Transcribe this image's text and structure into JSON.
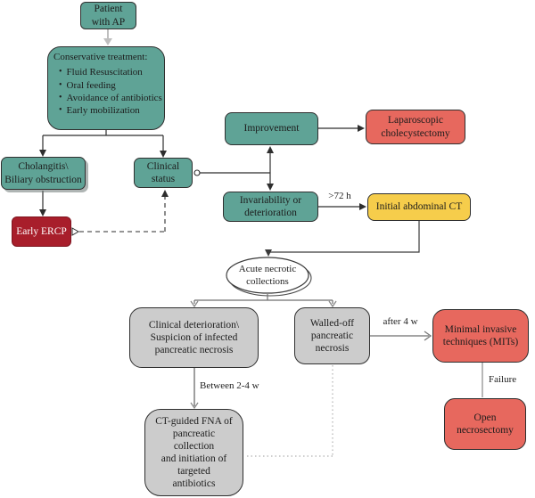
{
  "figure": {
    "type": "flowchart",
    "topic": "Management of acute pancreatitis (AP)",
    "nodes": {
      "patient": "Patient\nwith AP",
      "conservative": {
        "title": "Conservative treatment:",
        "bullets": [
          "Fluid Resuscitation",
          "Oral feeding",
          "Avoidance of antibiotics",
          "Early mobilization"
        ]
      },
      "cholangitis": "Cholangitis\\\nBiliary obstruction",
      "clinical_status": "Clinical\nstatus",
      "early_ercp": "Early ERCP",
      "improvement": "Improvement",
      "laparoscopic": "Laparoscopic\ncholecystectomy",
      "invariability": "Invariability or\ndeterioration",
      "initial_ct": "Initial abdominal CT",
      "acute_necrotic": "Acute necrotic\ncollections",
      "clinical_deterioration": "Clinical deterioration\\\nSuspicion of infected\npancreatic necrosis",
      "walled_off": "Walled-off\npancreatic\nnecrosis",
      "mits": "Minimal invasive\ntechniques (MITs)",
      "ct_fna": "CT-guided FNA of\npancreatic\ncollection\nand initiation of\ntargeted\nantibiotics",
      "open_necrosectomy": "Open\nnecrosectomy"
    },
    "edge_labels": {
      "over_72h": ">72 h",
      "between_2_4w": "Between 2-4 w",
      "after_4w": "after 4 w",
      "failure": "Failure"
    },
    "colors": {
      "teal": "#5fa396",
      "dark_red": "#a81e2b",
      "salmon": "#e7685e",
      "yellow": "#f6cd4b",
      "gray": "#cccccc",
      "line_dark": "#2e2e2e",
      "line_gray": "#9a9a9a"
    }
  }
}
